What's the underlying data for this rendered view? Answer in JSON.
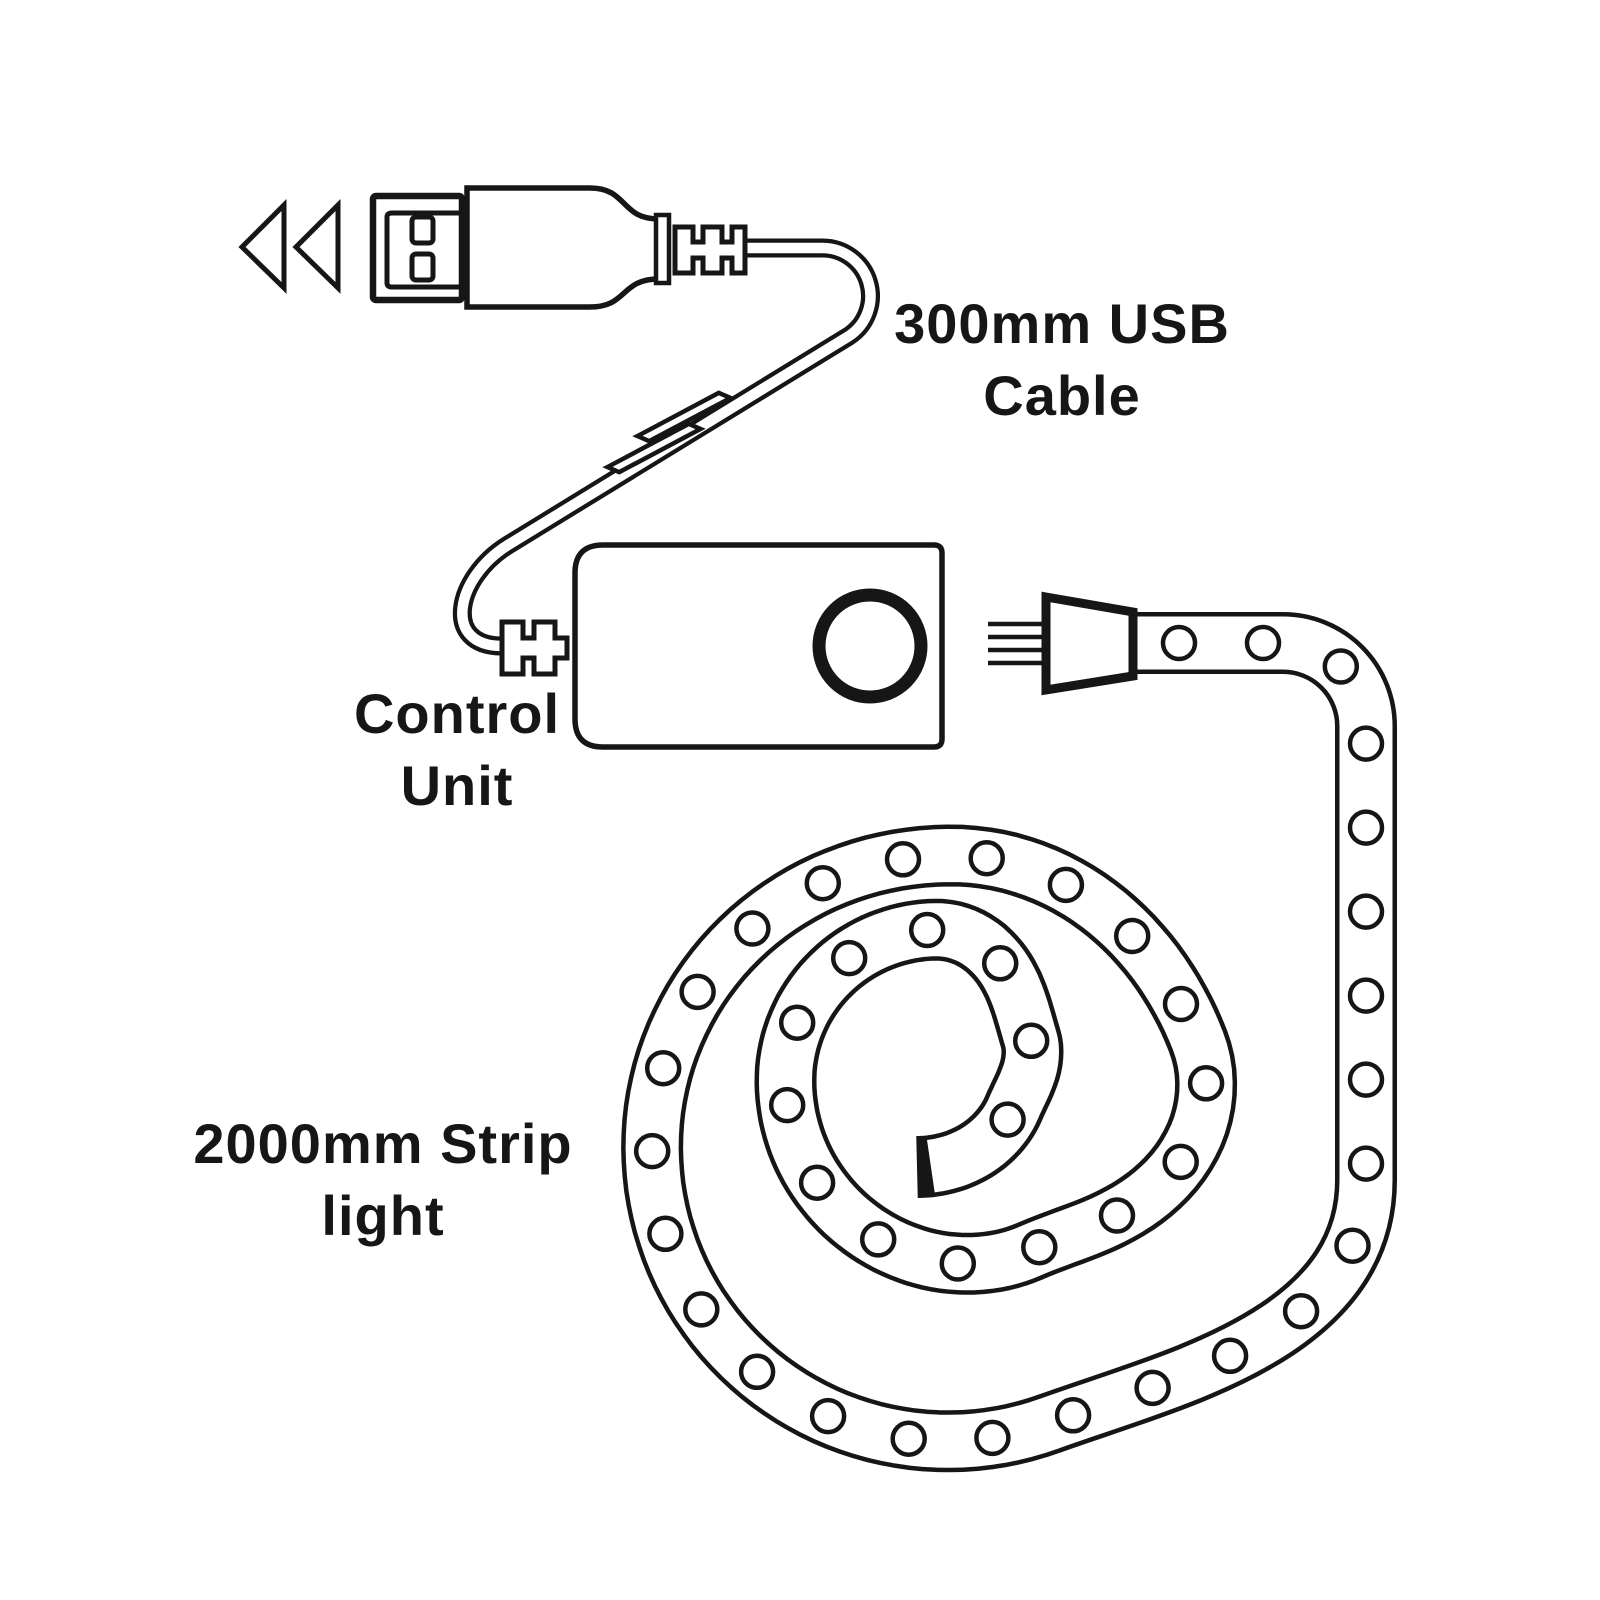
{
  "diagram": {
    "background_color": "#ffffff",
    "line_color": "#161616",
    "labels": {
      "usb_cable": {
        "line1": "300mm USB",
        "line2": "Cable"
      },
      "control_unit": {
        "line1": "Control",
        "line2": "Unit"
      },
      "strip_light": {
        "line1": "2000mm Strip",
        "line2": "light"
      }
    }
  }
}
